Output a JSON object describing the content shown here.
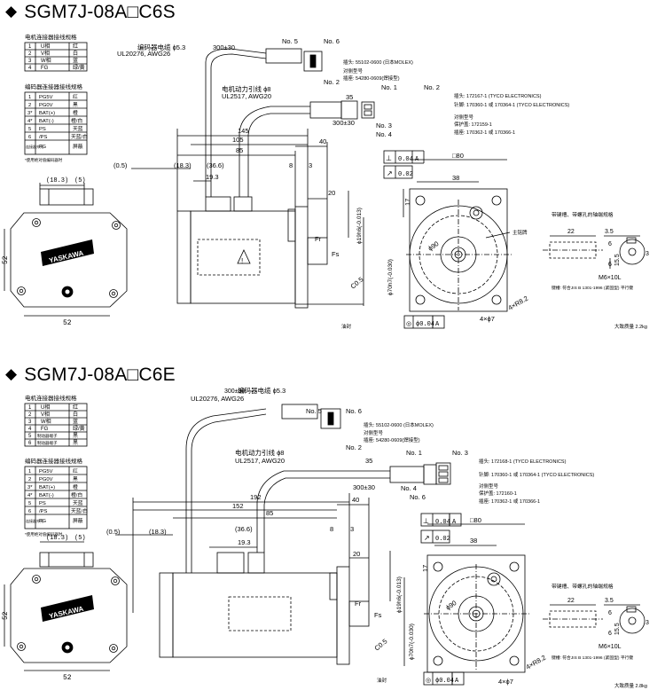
{
  "sections": [
    {
      "title": "SGM7J-08A□C6S",
      "motor_table": {
        "title": "电机连接器接线规格",
        "rows": [
          [
            "1",
            "U相",
            "红"
          ],
          [
            "2",
            "V相",
            "白"
          ],
          [
            "3",
            "W相",
            "蓝"
          ],
          [
            "4",
            "FG",
            "绿/黄"
          ]
        ]
      },
      "encoder_table": {
        "title": "编码器连接器接线规格",
        "rows": [
          [
            "1",
            "PG5V",
            "红"
          ],
          [
            "2",
            "PG0V",
            "黑"
          ],
          [
            "3*",
            "BAT(+)",
            "橙"
          ],
          [
            "4*",
            "BAT(-)",
            "橙/白"
          ],
          [
            "5",
            "PS",
            "天蓝"
          ],
          [
            "6",
            "/PS",
            "天蓝/白"
          ],
          [
            "连接器外壳",
            "FG",
            "屏蔽"
          ]
        ],
        "note": "*使用绝对值编码器时"
      },
      "side": {
        "dim_18_3": "(18.3)",
        "dim_5": "(5)",
        "dim_52_v": "52",
        "dim_52_h": "52",
        "logo": "YASKAWA"
      },
      "main": {
        "cable1": "编码器电缆 ϕ5.3",
        "cable1_spec": "UL20276, AWG26",
        "cable1_len": "300±30",
        "no5": "No. 5",
        "no6": "No. 6",
        "no2_top": "No. 2",
        "plug1": "插头: 55102-0600 (日本MOLEX)",
        "mate1_title": "对侧型号",
        "mate1": "插座: 54280-0609(焊接型)",
        "cable2": "电机动力引线 ϕ8",
        "cable2_spec": "UL2517, AWG20",
        "dim_35": "35",
        "cable2_len": "300±30",
        "no1": "No. 1",
        "no2": "No. 2",
        "no3": "No. 3",
        "no4": "No. 4",
        "plug2": "插头: 172167-1 (TYCO ELECTRONICS)",
        "pin2": "针脚: 170360-1 或 170364-1 (TYCO ELECTRONICS)",
        "mate2_title": "对侧型号",
        "mate2_a": "保护盖: 172159-1",
        "mate2_b": "插座: 170362-1 或 170366-1",
        "dim_total": "145",
        "dim_body": "105",
        "dim_85": "85",
        "dim_40": "40",
        "dim_0_5": "(0.5)",
        "dim_18_3": "(18.3)",
        "dim_36_6": "(36.6)",
        "dim_8": "8",
        "dim_3": "3",
        "dim_19_3": "19.3",
        "dim_20": "20",
        "shaft_dia": "ϕ19h6(-0.013)",
        "flange_dia": "ϕ70h7(-0.030)",
        "chamfer": "C0.5",
        "fr": "Fr",
        "fs": "Fs",
        "oil": "油封",
        "tol1_val": "0.04",
        "tol1_ref": "A",
        "tol2_val": "0.02",
        "tol3_val": "ϕ0.04",
        "tol3_ref": "A"
      },
      "front": {
        "sq": "□80",
        "dim_38": "38",
        "dim_17": "17",
        "pcd": "ϕ90",
        "holes": "4×ϕ7",
        "r": "4×R8.2",
        "nameplate": "主铭牌"
      },
      "keyway": {
        "title": "带键槽、带螺孔的轴端规格",
        "dim_22": "22",
        "dim_3_5": "3.5",
        "dim_6a": "6",
        "dim_6b": "6",
        "dim_15_5": "15.5",
        "dim_3": "3",
        "thread": "M6×10L",
        "note": "键槽: 符合JIS B 1301-1996 (紧固型) 平行键"
      },
      "mass": "大致质量 2.2kg"
    },
    {
      "title": "SGM7J-08A□C6E",
      "motor_table": {
        "title": "电机连接器接线规格",
        "rows": [
          [
            "1",
            "U相",
            "红"
          ],
          [
            "2",
            "V相",
            "白"
          ],
          [
            "3",
            "W相",
            "蓝"
          ],
          [
            "4",
            "FG",
            "绿/黄"
          ],
          [
            "5",
            "制动器端子",
            "黑"
          ],
          [
            "6",
            "制动器端子",
            "黑"
          ]
        ]
      },
      "encoder_table": {
        "title": "编码器连接器接线规格",
        "rows": [
          [
            "1",
            "PG5V",
            "红"
          ],
          [
            "2",
            "PG0V",
            "黑"
          ],
          [
            "3*",
            "BAT(+)",
            "橙"
          ],
          [
            "4*",
            "BAT(-)",
            "橙/白"
          ],
          [
            "5",
            "PS",
            "天蓝"
          ],
          [
            "6",
            "/PS",
            "天蓝/白"
          ],
          [
            "连接器外壳",
            "FG",
            "屏蔽"
          ]
        ],
        "note": "*使用绝对值编码器时"
      },
      "side": {
        "dim_18_3": "(18.3)",
        "dim_5": "(5)",
        "dim_52_v": "52",
        "dim_52_h": "52",
        "logo": "YASKAWA"
      },
      "main": {
        "cable1": "编码器电缆 ϕ5.3",
        "cable1_spec": "UL20276, AWG26",
        "cable1_len": "300±30",
        "no5": "No. 5",
        "no6": "No. 6",
        "no2_top": "No. 2",
        "plug1": "插头: 55102-0600 (日本MOLEX)",
        "mate1_title": "对侧型号",
        "mate1": "插座: 54280-0609(焊接型)",
        "cable2": "电机动力引线 ϕ8",
        "cable2_spec": "UL2517, AWG20",
        "dim_35": "35",
        "cable2_len": "300±30",
        "no1": "No. 1",
        "no3": "No. 3",
        "no4": "No. 4",
        "no6b": "No. 6",
        "plug2": "插头: 172168-1 (TYCO ELECTRONICS)",
        "pin2": "针脚: 170360-1 或 170364-1 (TYCO ELECTRONICS)",
        "mate2_title": "对侧型号",
        "mate2_a": "保护盖: 172160-1",
        "mate2_b": "插座: 170362-1 或 170366-1",
        "dim_total": "192",
        "dim_body": "152",
        "dim_85": "85",
        "dim_40": "40",
        "dim_0_5": "(0.5)",
        "dim_18_3": "(18.3)",
        "dim_36_6": "(36.6)",
        "dim_8": "8",
        "dim_3": "3",
        "dim_19_3": "19.3",
        "dim_20": "20",
        "shaft_dia": "ϕ19h6(-0.013)",
        "flange_dia": "ϕ70h7(-0.030)",
        "chamfer": "C0.5",
        "fr": "Fr",
        "fs": "Fs",
        "oil": "油封",
        "tol1_val": "0.04",
        "tol1_ref": "A",
        "tol2_val": "0.02",
        "tol3_val": "ϕ0.04",
        "tol3_ref": "A"
      },
      "front": {
        "sq": "□80",
        "dim_38": "38",
        "dim_17": "17",
        "pcd": "ϕ90",
        "holes": "4×ϕ7",
        "r": "4×R8.2"
      },
      "keyway": {
        "title": "带键槽、带螺孔的轴端规格",
        "dim_22": "22",
        "dim_3_5": "3.5",
        "dim_6a": "6",
        "dim_6b": "6",
        "dim_15_5": "15.5",
        "dim_3": "3",
        "thread": "M6×10L",
        "note": "键槽: 符合JIS B 1301-1996 (紧固型) 平行键"
      },
      "mass": "大致质量 2.8kg"
    }
  ]
}
